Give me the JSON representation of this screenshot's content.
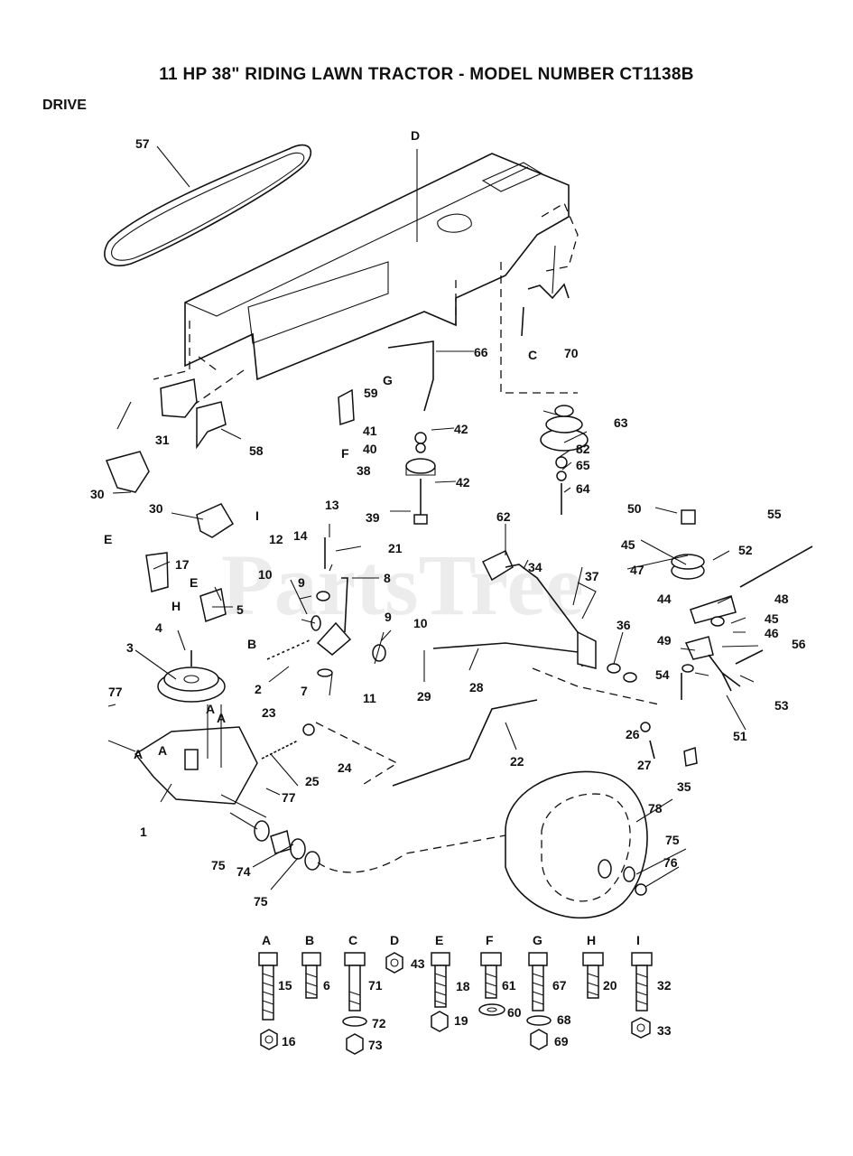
{
  "title": "11 HP 38\" RIDING LAWN TRACTOR - MODEL NUMBER CT1138B",
  "section": "DRIVE",
  "watermark": "PartsTree",
  "callouts": {
    "c1": "1",
    "c2": "2",
    "c3": "3",
    "c4": "4",
    "c5": "5",
    "c7": "7",
    "c8": "8",
    "c9a": "9",
    "c9b": "9",
    "c10a": "10",
    "c10b": "10",
    "c11": "11",
    "c12": "12",
    "c13": "13",
    "c14": "14",
    "c17": "17",
    "c21": "21",
    "c22": "22",
    "c23": "23",
    "c24": "24",
    "c25": "25",
    "c26": "26",
    "c27": "27",
    "c28": "28",
    "c29": "29",
    "c30a": "30",
    "c30b": "30",
    "c31": "31",
    "c34": "34",
    "c35": "35",
    "c36": "36",
    "c37": "37",
    "c38": "38",
    "c39": "39",
    "c40": "40",
    "c41": "41",
    "c42a": "42",
    "c42b": "42",
    "c44": "44",
    "c45a": "45",
    "c45b": "45",
    "c46": "46",
    "c47": "47",
    "c48": "48",
    "c49": "49",
    "c50": "50",
    "c51": "51",
    "c52": "52",
    "c53": "53",
    "c54": "54",
    "c55": "55",
    "c56": "56",
    "c57": "57",
    "c58": "58",
    "c59": "59",
    "c62": "62",
    "c63": "63",
    "c64": "64",
    "c65": "65",
    "c66": "66",
    "c70": "70",
    "c74": "74",
    "c75a": "75",
    "c75b": "75",
    "c75c": "75",
    "c76": "76",
    "c77a": "77",
    "c77b": "77",
    "c78": "78",
    "c82": "82"
  },
  "reference_letters": {
    "D": "D",
    "C": "C",
    "G": "G",
    "F": "F",
    "E": "E",
    "H": "H",
    "B": "B",
    "I": "I",
    "A": "A"
  },
  "hardware": [
    {
      "letter": "A",
      "bolt": "15",
      "nut": "16"
    },
    {
      "letter": "B",
      "bolt": "6"
    },
    {
      "letter": "C",
      "bolt": "71",
      "washer": "72",
      "nut": "73"
    },
    {
      "letter": "D",
      "nut_top": "43"
    },
    {
      "letter": "E",
      "bolt": "18",
      "nut": "19"
    },
    {
      "letter": "F",
      "bolt": "61",
      "washer": "60"
    },
    {
      "letter": "G",
      "bolt": "67",
      "washer": "68",
      "nut": "69"
    },
    {
      "letter": "H",
      "bolt": "20"
    },
    {
      "letter": "I",
      "bolt": "32",
      "nut": "33"
    }
  ]
}
